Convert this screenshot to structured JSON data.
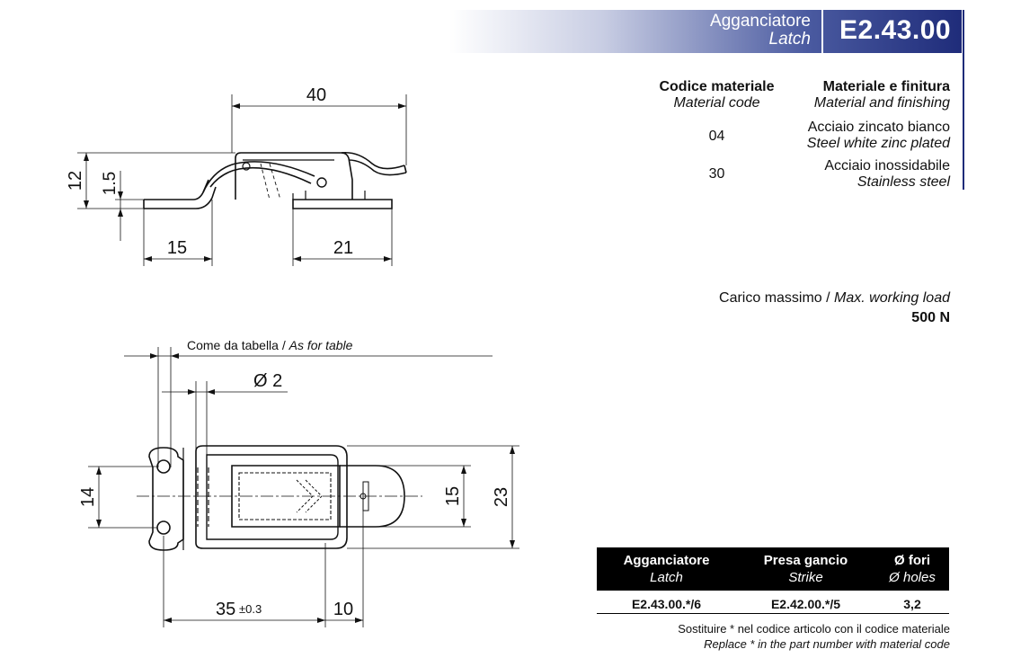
{
  "header": {
    "title_it": "Agganciatore",
    "title_en": "Latch",
    "code": "E2.43.00",
    "band_color": "#1f2c7a"
  },
  "materials": {
    "head_code_it": "Codice materiale",
    "head_code_en": "Material code",
    "head_finish_it": "Materiale e finitura",
    "head_finish_en": "Material and finishing",
    "rows": [
      {
        "code": "04",
        "finish_it": "Acciaio zincato bianco",
        "finish_en": "Steel white zinc plated"
      },
      {
        "code": "30",
        "finish_it": "Acciaio inossidabile",
        "finish_en": "Stainless steel"
      }
    ]
  },
  "load": {
    "label_it": "Carico massimo / ",
    "label_en": "Max. working load",
    "value": "500 N"
  },
  "order_table": {
    "h1_it": "Agganciatore",
    "h1_en": "Latch",
    "h2_it": "Presa gancio",
    "h2_en": "Strike",
    "h3_it": "Ø fori",
    "h3_en": "Ø holes",
    "row": {
      "latch": "E2.43.00.*/6",
      "strike": "E2.42.00.*/5",
      "holes": "3,2"
    }
  },
  "note": {
    "it": "Sostituire * nel codice articolo con il codice materiale",
    "en": "Replace * in the part number with material code"
  },
  "drawing": {
    "top": {
      "d_length": "40",
      "d_height": "12",
      "d_thick": "1.5",
      "d_left": "15",
      "d_right": "21"
    },
    "bottom": {
      "note_it": "Come da tabella / ",
      "note_en": "As for table",
      "d_wire": "Ø 2",
      "d_holes": "14",
      "d_inner": "15",
      "d_outer": "23",
      "d_len": "35",
      "d_tol": "±0.3",
      "d_tip": "10"
    }
  }
}
